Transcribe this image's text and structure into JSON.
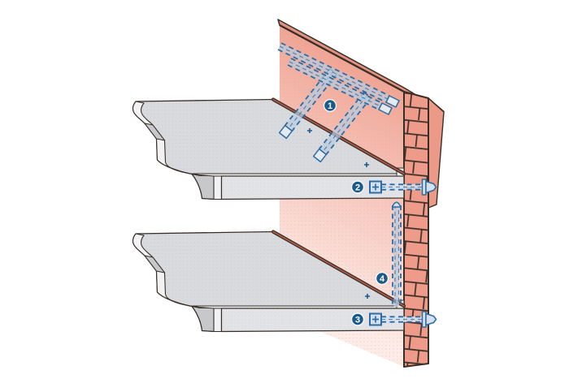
{
  "callouts": [
    {
      "label": "1"
    },
    {
      "label": "2"
    },
    {
      "label": "3"
    },
    {
      "label": "4"
    }
  ],
  "colors": {
    "background": "#ffffff",
    "outline": "#372e27",
    "mortar": "#3a2d28",
    "brick": "#ee9c89",
    "brick_side": "#ea9a86",
    "wall_top": "#e29180",
    "wall_dark": "#efa08e",
    "wall_mid": "#f6c4ba",
    "wall_light": "#fcebe6",
    "cornice_top": "#d9dade",
    "cornice_fascia": "#e2e3e6",
    "cornice_shadow": "#c7c8cb",
    "cornice_end": "#f2f2f4",
    "lip": "#ececee",
    "joint_red": "#b25c49",
    "fastener_blue": "#2e6ba3",
    "fastener_fill": "#b9cbdc",
    "fastener_light": "#d3e1ee",
    "cap_fill": "#e3eaf1",
    "badge": "#1a5b8c",
    "badge_text": "#ffffff"
  }
}
